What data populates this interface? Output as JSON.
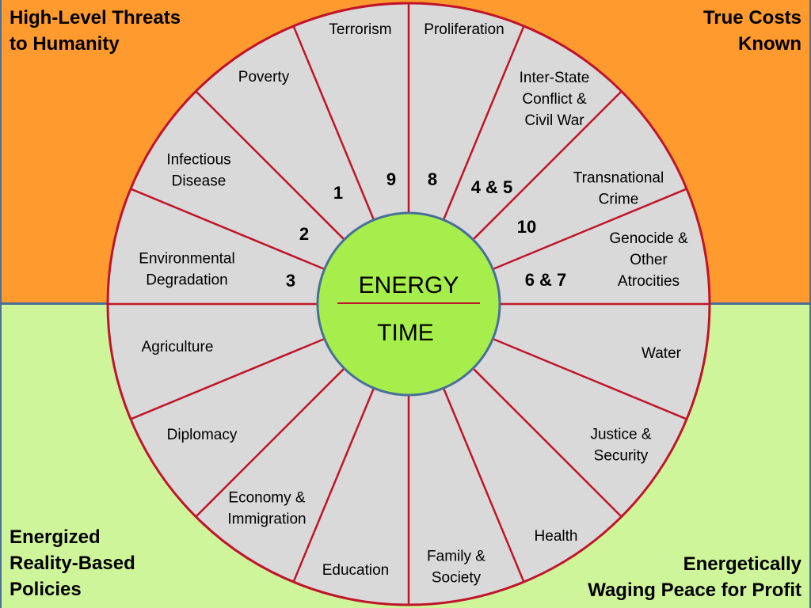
{
  "corners": {
    "top_left": [
      "High-Level Threats",
      "to Humanity"
    ],
    "top_right": [
      "True Costs",
      "Known"
    ],
    "bottom_left": [
      "Energized",
      "Reality-Based",
      "Policies"
    ],
    "bottom_right": [
      "Energetically",
      "Waging Peace for Profit"
    ]
  },
  "hub": {
    "top": "ENERGY",
    "bottom": "TIME"
  },
  "threats": [
    {
      "lines": [
        "Terrorism"
      ],
      "number": "9"
    },
    {
      "lines": [
        "Proliferation"
      ],
      "number": "8"
    },
    {
      "lines": [
        "Inter-State",
        "Conflict &",
        "Civil War"
      ],
      "number": "4 & 5"
    },
    {
      "lines": [
        "Transnational",
        "Crime"
      ],
      "number": "10"
    },
    {
      "lines": [
        "Genocide &",
        "Other",
        "Atrocities"
      ],
      "number": "6 & 7"
    },
    {
      "lines": [
        "Environmental",
        "Degradation"
      ],
      "number": "3"
    },
    {
      "lines": [
        "Infectious",
        "Disease"
      ],
      "number": "2"
    },
    {
      "lines": [
        "Poverty"
      ],
      "number": "1"
    }
  ],
  "policies": [
    {
      "lines": [
        "Water"
      ]
    },
    {
      "lines": [
        "Justice &",
        "Security"
      ]
    },
    {
      "lines": [
        "Health"
      ]
    },
    {
      "lines": [
        "Family &",
        "Society"
      ]
    },
    {
      "lines": [
        "Education"
      ]
    },
    {
      "lines": [
        "Economy &",
        "Immigration"
      ]
    },
    {
      "lines": [
        "Diplomacy"
      ]
    },
    {
      "lines": [
        "Agriculture"
      ]
    }
  ],
  "colors": {
    "top_background": "#FF9A2E",
    "bottom_background": "#CFF59A",
    "wheel_fill": "#D9D9D9",
    "spoke": "#C0142A",
    "hub_fill": "#A6EE4C",
    "hub_border": "#4A6F99",
    "divider": "#4A6F99"
  }
}
